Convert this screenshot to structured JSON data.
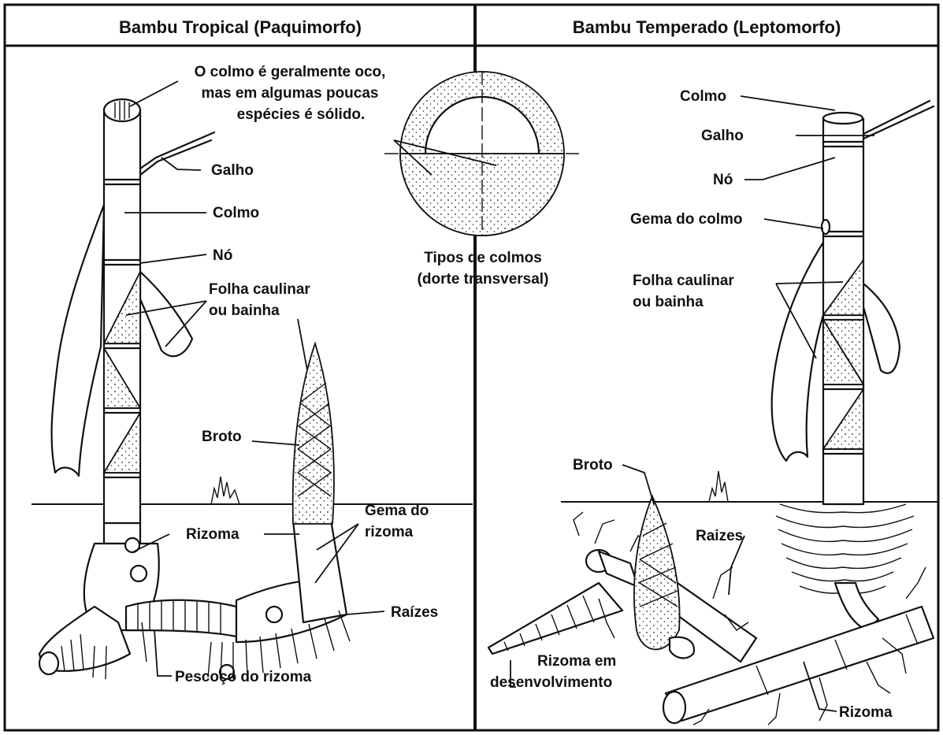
{
  "headers": {
    "left": "Bambu Tropical (Paquimorfo)",
    "right": "Bambu Temperado (Leptomorfo)"
  },
  "left_labels": {
    "hollow_note": [
      "O colmo é geralmente oco,",
      "mas em algumas poucas",
      "espécies é sólido."
    ],
    "galho": "Galho",
    "colmo": "Colmo",
    "no": "Nó",
    "folha": [
      "Folha caulinar",
      "ou bainha"
    ],
    "broto": "Broto",
    "rizoma": "Rizoma",
    "gema_rizoma": [
      "Gema do",
      "rizoma"
    ],
    "raizes": "Raízes",
    "pescoco": "Pescoço do rizoma"
  },
  "center_labels": {
    "tipos": [
      "Tipos de colmos",
      "(dorte transversal)"
    ]
  },
  "right_labels": {
    "colmo": "Colmo",
    "galho": "Galho",
    "no": "Nó",
    "gema_colmo": "Gema do colmo",
    "folha": [
      "Folha caulinar",
      "ou bainha"
    ],
    "broto": "Broto",
    "raizes": "Raizes",
    "rizoma_dev": [
      "Rizoma em",
      "desenvolvimento"
    ],
    "rizoma": "Rizoma"
  }
}
